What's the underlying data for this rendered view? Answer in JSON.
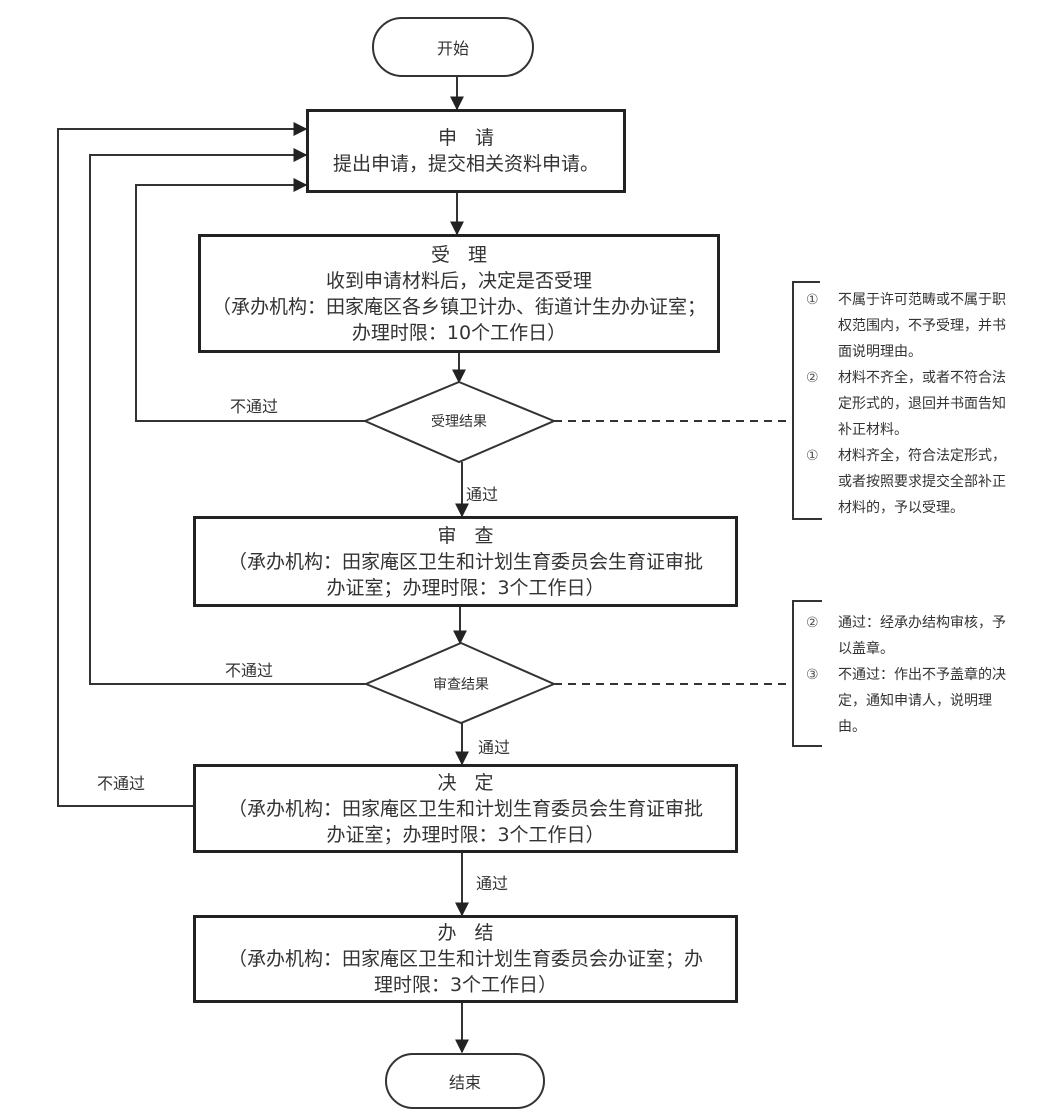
{
  "flowchart": {
    "start": "开始",
    "end": "结束",
    "steps": {
      "apply": {
        "title": "申请",
        "lines": [
          "提出申请，提交相关资料申请。"
        ]
      },
      "accept": {
        "title": "受理",
        "lines": [
          "收到申请材料后，决定是否受理",
          "（承办机构：田家庵区各乡镇卫计办、街道计生办办证室；",
          "办理时限：10个工作日）"
        ]
      },
      "review": {
        "title": "审查",
        "lines": [
          "（承办机构：田家庵区卫生和计划生育委员会生育证审批",
          "办证室；办理时限：3个工作日）"
        ]
      },
      "decide": {
        "title": "决定",
        "lines": [
          "（承办机构：田家庵区卫生和计划生育委员会生育证审批",
          "办证室；办理时限：3个工作日）"
        ]
      },
      "finish": {
        "title": "办结",
        "lines": [
          "（承办机构：田家庵区卫生和计划生育委员会办证室；办",
          "理时限：3个工作日）"
        ]
      }
    },
    "decisions": {
      "accept_result": "受理结果",
      "review_result": "审查结果"
    },
    "edge_labels": {
      "accept_fail": "不通过",
      "accept_pass": "通过",
      "review_fail": "不通过",
      "review_pass": "通过",
      "decide_fail": "不通过",
      "decide_pass": "通过"
    },
    "notes": {
      "accept": [
        {
          "num": "①",
          "text": "不属于许可范畴或不属于职权范围内，不予受理，并书面说明理由。"
        },
        {
          "num": "②",
          "text": "材料不齐全，或者不符合法定形式的，退回并书面告知补正材料。"
        },
        {
          "num": "①",
          "text": "材料齐全，符合法定形式，或者按照要求提交全部补正材料的，予以受理。"
        }
      ],
      "review": [
        {
          "num": "②",
          "text": "通过：经承办结构审核，予以盖章。"
        },
        {
          "num": "③",
          "text": "不通过：作出不予盖章的决定，通知申请人，说明理由。"
        }
      ]
    }
  }
}
